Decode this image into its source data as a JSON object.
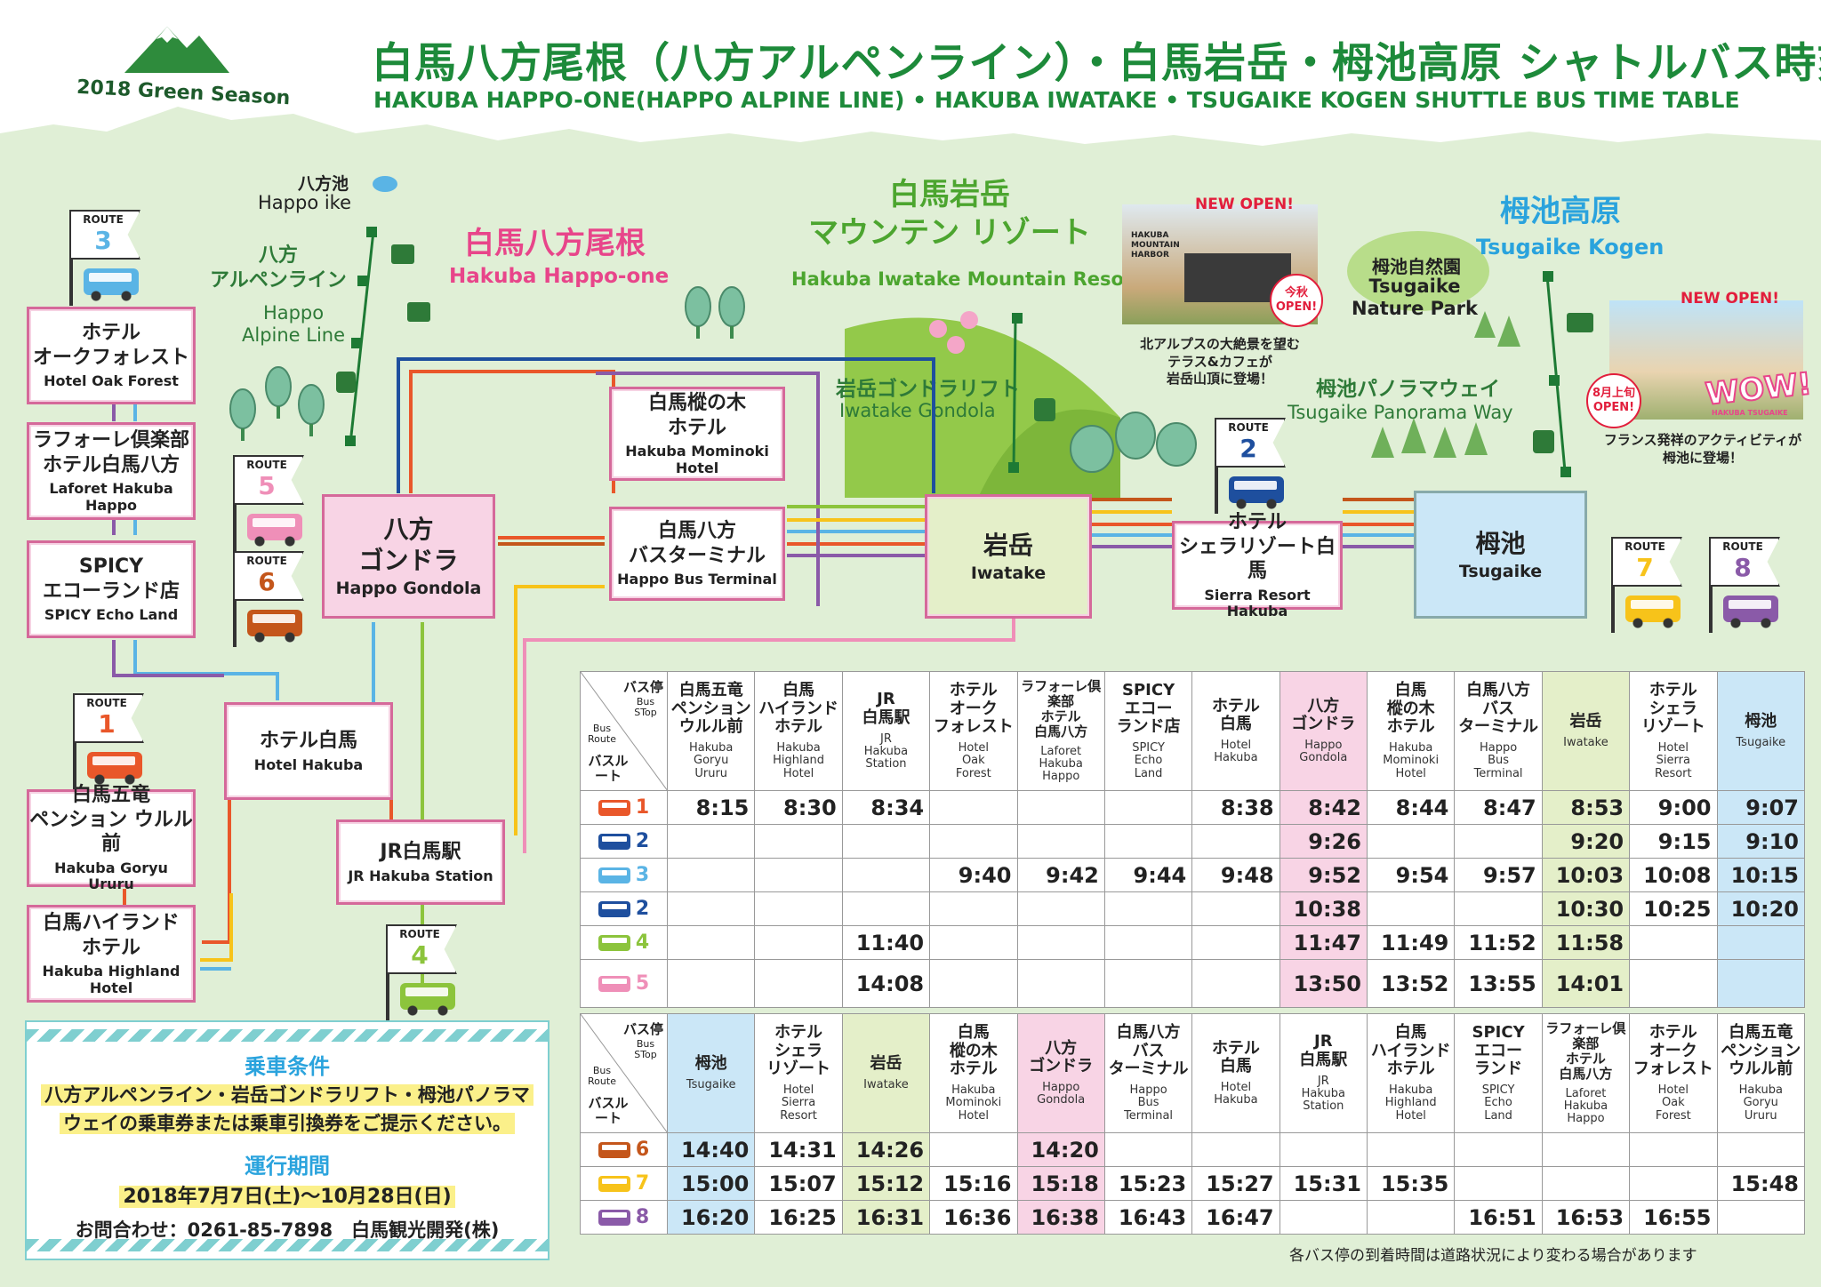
{
  "header": {
    "title_jp": "白馬八方尾根（八方アルペンライン）・白馬岩岳・栂池高原 シャトルバス時刻表",
    "title_en": "HAKUBA HAPPO-ONE(HAPPO ALPINE LINE) • HAKUBA IWATAKE • TSUGAIKE KOGEN SHUTTLE BUS TIME TABLE",
    "season": "2018 Green Season"
  },
  "areas": {
    "happo_ike_jp": "八方池",
    "happo_ike_en": "Happo ike",
    "alpine_jp": "八方\nアルペンライン",
    "alpine_en": "Happo\nAlpine Line",
    "happo_one_jp": "白馬八方尾根",
    "happo_one_en": "Hakuba Happo-one",
    "iwatake_jp": "白馬岩岳\nマウンテン リゾート",
    "iwatake_en": "Hakuba Iwatake Mountain Resort",
    "gondola_jp": "岩岳ゴンドラリフト",
    "gondola_en": "Iwatake Gondola",
    "tsugaike_jp": "栂池高原",
    "tsugaike_en": "Tsugaike Kogen",
    "nature_jp": "栂池自然園",
    "nature_en": "Tsugaike\nNature Park",
    "panorama_jp": "栂池パノラマウェイ",
    "panorama_en": "Tsugaike Panorama Way"
  },
  "promo": {
    "new_open": "NEW OPEN!",
    "harbor": "HAKUBA\nMOUNTAIN\nHARBOR",
    "autumn_badge": "今秋\nOPEN!",
    "harbor_caption": "北アルプスの大絶景を望む\nテラス&カフェが\n岩岳山頂に登場！",
    "wow": "WOW!",
    "wow_sub": "HAKUBA TSUGAIKE",
    "aug_badge": "8月上旬\nOPEN!",
    "wow_caption": "フランス発祥のアクティビティが\n栂池に登場！"
  },
  "stops": {
    "oak_jp": "ホテル\nオークフォレスト",
    "oak_en": "Hotel Oak Forest",
    "laforet_jp": "ラフォーレ倶楽部\nホテル白馬八方",
    "laforet_en": "Laforet Hakuba Happo",
    "spicy_jp": "SPICY\nエコーランド店",
    "spicy_en": "SPICY Echo Land",
    "goryu_jp": "白馬五竜\nペンション ウルル前",
    "goryu_en": "Hakuba Goryu Ururu",
    "highland_jp": "白馬ハイランド\nホテル",
    "highland_en": "Hakuba Highland Hotel",
    "hakuba_jp": "ホテル白馬",
    "hakuba_en": "Hotel Hakuba",
    "jr_jp": "JR白馬駅",
    "jr_en": "JR Hakuba Station",
    "gondola_jp": "八方\nゴンドラ",
    "gondola_en": "Happo Gondola",
    "mominoki_jp": "白馬樅の木\nホテル",
    "mominoki_en": "Hakuba Mominoki Hotel",
    "terminal_jp": "白馬八方\nバスターミナル",
    "terminal_en": "Happo Bus Terminal",
    "iwatake_jp": "岩岳",
    "iwatake_en": "Iwatake",
    "sierra_jp": "ホテル\nシェラリゾート白馬",
    "sierra_en": "Sierra Resort Hakuba",
    "tsugaike_jp": "栂池",
    "tsugaike_en": "Tsugaike"
  },
  "route_label": "ROUTE",
  "routes": [
    {
      "num": "1",
      "color": "#e9572a"
    },
    {
      "num": "2",
      "color": "#1e4f9e"
    },
    {
      "num": "3",
      "color": "#5ab4e5"
    },
    {
      "num": "4",
      "color": "#8cc43c"
    },
    {
      "num": "5",
      "color": "#ef8fb8"
    },
    {
      "num": "6",
      "color": "#c4561b"
    },
    {
      "num": "7",
      "color": "#f7c31a"
    },
    {
      "num": "8",
      "color": "#8a5aa8"
    }
  ],
  "table_common": {
    "bus_stop_jp": "バス停",
    "bus_stop_en": "Bus STop",
    "bus_route_en": "Bus Route",
    "bus_route_jp": "バスルート"
  },
  "table1": {
    "headers": [
      {
        "jp": "白馬五竜\nペンション\nウルル前",
        "en": "Hakuba\nGoryu\nUruru"
      },
      {
        "jp": "白馬\nハイランド\nホテル",
        "en": "Hakuba\nHighland\nHotel"
      },
      {
        "jp": "JR\n白馬駅",
        "en": "JR\nHakuba\nStation"
      },
      {
        "jp": "ホテル\nオーク\nフォレスト",
        "en": "Hotel\nOak\nForest"
      },
      {
        "jp": "ラフォーレ倶楽部\nホテル\n白馬八方",
        "en": "Laforet\nHakuba\nHappo",
        "small": true
      },
      {
        "jp": "SPICY\nエコー\nランド店",
        "en": "SPICY\nEcho\nLand"
      },
      {
        "jp": "ホテル\n白馬",
        "en": "Hotel\nHakuba"
      },
      {
        "jp": "八方\nゴンドラ",
        "en": "Happo\nGondola"
      },
      {
        "jp": "白馬\n樅の木\nホテル",
        "en": "Hakuba\nMominoki\nHotel"
      },
      {
        "jp": "白馬八方\nバス\nターミナル",
        "en": "Happo\nBus\nTerminal"
      },
      {
        "jp": "岩岳",
        "en": "Iwatake"
      },
      {
        "jp": "ホテル\nシェラ\nリゾート",
        "en": "Hotel\nSierra\nResort"
      },
      {
        "jp": "栂池",
        "en": "Tsugaike"
      }
    ],
    "rows": [
      {
        "route": "1",
        "times": [
          "8:15",
          "8:30",
          "8:34",
          "",
          "",
          "",
          "8:38",
          "8:42",
          "8:44",
          "8:47",
          "8:53",
          "9:00",
          "9:07"
        ]
      },
      {
        "route": "2",
        "times": [
          "",
          "",
          "",
          "",
          "",
          "",
          "",
          "9:26",
          "",
          "",
          "9:20",
          "9:15",
          "9:10"
        ]
      },
      {
        "route": "3",
        "times": [
          "",
          "",
          "",
          "9:40",
          "9:42",
          "9:44",
          "9:48",
          "9:52",
          "9:54",
          "9:57",
          "10:03",
          "10:08",
          "10:15"
        ]
      },
      {
        "route": "2",
        "times": [
          "",
          "",
          "",
          "",
          "",
          "",
          "",
          "10:38",
          "",
          "",
          "10:30",
          "10:25",
          "10:20"
        ]
      },
      {
        "route": "4",
        "times": [
          "",
          "",
          "11:40",
          "",
          "",
          "",
          "",
          "11:47",
          "11:49",
          "11:52",
          "11:58",
          "",
          ""
        ]
      },
      {
        "route": "5",
        "times": [
          "",
          "",
          "14:08",
          "",
          "",
          "",
          "",
          "13:50",
          "13:52",
          "13:55",
          "14:01",
          "",
          ""
        ]
      }
    ]
  },
  "table2": {
    "headers": [
      {
        "jp": "栂池",
        "en": "Tsugaike"
      },
      {
        "jp": "ホテル\nシェラ\nリゾート",
        "en": "Hotel\nSierra\nResort"
      },
      {
        "jp": "岩岳",
        "en": "Iwatake"
      },
      {
        "jp": "白馬\n樅の木\nホテル",
        "en": "Hakuba\nMominoki\nHotel"
      },
      {
        "jp": "八方\nゴンドラ",
        "en": "Happo\nGondola"
      },
      {
        "jp": "白馬八方\nバス\nターミナル",
        "en": "Happo\nBus\nTerminal"
      },
      {
        "jp": "ホテル\n白馬",
        "en": "Hotel\nHakuba"
      },
      {
        "jp": "JR\n白馬駅",
        "en": "JR\nHakuba\nStation"
      },
      {
        "jp": "白馬\nハイランド\nホテル",
        "en": "Hakuba\nHighland\nHotel"
      },
      {
        "jp": "SPICY\nエコー\nランド",
        "en": "SPICY\nEcho\nLand"
      },
      {
        "jp": "ラフォーレ倶楽部\nホテル\n白馬八方",
        "en": "Laforet\nHakuba\nHappo",
        "small": true
      },
      {
        "jp": "ホテル\nオーク\nフォレスト",
        "en": "Hotel\nOak\nForest"
      },
      {
        "jp": "白馬五竜\nペンション\nウルル前",
        "en": "Hakuba\nGoryu\nUruru"
      }
    ],
    "rows": [
      {
        "route": "6",
        "times": [
          "14:40",
          "14:31",
          "14:26",
          "",
          "14:20",
          "",
          "",
          "",
          "",
          "",
          "",
          "",
          ""
        ]
      },
      {
        "route": "7",
        "times": [
          "15:00",
          "15:07",
          "15:12",
          "15:16",
          "15:18",
          "15:23",
          "15:27",
          "15:31",
          "15:35",
          "",
          "",
          "",
          "15:48"
        ]
      },
      {
        "route": "8",
        "times": [
          "16:20",
          "16:25",
          "16:31",
          "16:36",
          "16:38",
          "16:43",
          "16:47",
          "",
          "",
          "16:51",
          "16:53",
          "16:55",
          ""
        ]
      }
    ]
  },
  "info": {
    "cond_title": "乗車条件",
    "cond_line1": "八方アルペンライン・岩岳ゴンドラリフト・栂池パノラマ",
    "cond_line2": "ウェイの乗車券または乗車引換券をご提示ください。",
    "period_title": "運行期間",
    "period": "2018年7月7日(土)〜10月28日(日)",
    "contact": "お問合わせ：0261-85-7898　白馬観光開発(株)"
  },
  "footnote": "各バス停の到着時間は道路状況により変わる場合があります"
}
